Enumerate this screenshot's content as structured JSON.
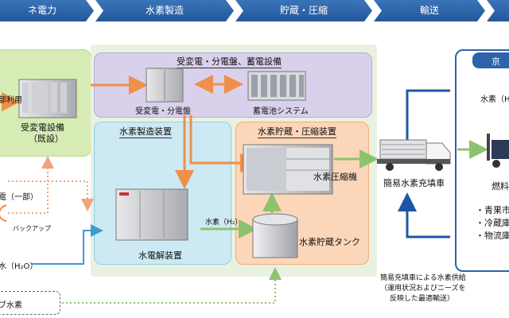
{
  "stages": [
    {
      "label": "ネ電力"
    },
    {
      "label": "水素製造"
    },
    {
      "label": "貯蔵・圧縮"
    },
    {
      "label": "輸送"
    },
    {
      "label": ""
    }
  ],
  "groups": {
    "power_equipment": {
      "title": "受変電・分電盤、蓄電設備"
    },
    "hydrogen_production": {
      "title": "水素製造装置"
    },
    "storage_compression": {
      "title": "水素貯蔵・圧縮装置"
    },
    "right_panel": {
      "title": "京"
    }
  },
  "labels": {
    "partial_use": "部利用",
    "substation_line1": "受変電設備",
    "substation_line2": "（既設）",
    "panel": "受変電・分電盤",
    "battery": "蓄電池システム",
    "power_partial": "電（一部）",
    "backup": "バックアップ",
    "water": "水（H₂O）",
    "electrolyzer": "水電解装置",
    "hydrogen_flow": "水素（H₂）",
    "compressor": "水素圧縮機",
    "tank": "水素貯蔵タンク",
    "truck": "簡易水素充填車",
    "supply_line1": "簡易充填車による水素供給",
    "supply_line2": "（運用状況およびニーズを",
    "supply_line3": "反映した最適輸送）",
    "right_hydrogen": "水素（H",
    "fuel": "燃料",
    "bullet1": "・青果市",
    "bullet2": "・冷蔵庫",
    "bullet3": "・物流庫",
    "byproduct": "ブ水素"
  }
}
